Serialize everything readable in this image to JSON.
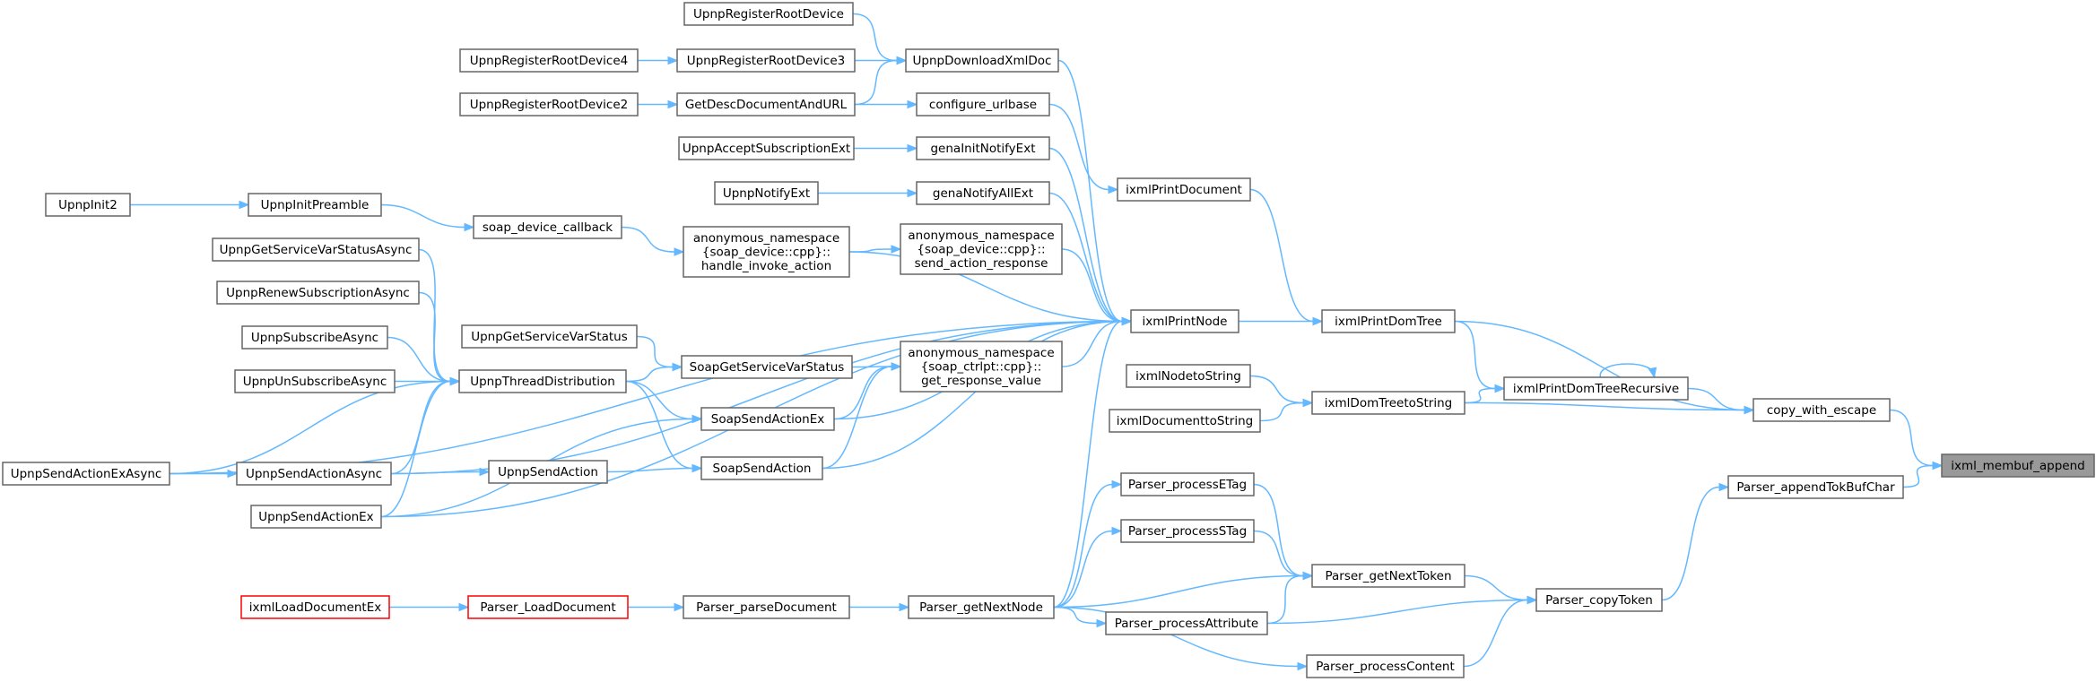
{
  "graph": {
    "edge_color": "#63b8ff",
    "node_border_color": "#666666",
    "highlight_border_color": "#ff0000",
    "focus_fill_color": "#999999",
    "nodes": {
      "urd": {
        "label": [
          "UpnpRegisterRootDevice"
        ]
      },
      "urd4": {
        "label": [
          "UpnpRegisterRootDevice4"
        ]
      },
      "urd3": {
        "label": [
          "UpnpRegisterRootDevice3"
        ]
      },
      "udxd": {
        "label": [
          "UpnpDownloadXmlDoc"
        ]
      },
      "urd2": {
        "label": [
          "UpnpRegisterRootDevice2"
        ]
      },
      "gdda": {
        "label": [
          "GetDescDocumentAndURL"
        ]
      },
      "curl": {
        "label": [
          "configure_urlbase"
        ]
      },
      "uase": {
        "label": [
          "UpnpAcceptSubscriptionExt"
        ]
      },
      "gine": {
        "label": [
          "genaInitNotifyExt"
        ]
      },
      "ixpd": {
        "label": [
          "ixmlPrintDocument"
        ]
      },
      "une": {
        "label": [
          "UpnpNotifyExt"
        ]
      },
      "gnae": {
        "label": [
          "genaNotifyAllExt"
        ]
      },
      "ui2": {
        "label": [
          "UpnpInit2"
        ]
      },
      "uip": {
        "label": [
          "UpnpInitPreamble"
        ]
      },
      "sdc": {
        "label": [
          "soap_device_callback"
        ]
      },
      "hia": {
        "label": [
          "anonymous_namespace",
          "{soap_device::cpp}::",
          "handle_invoke_action"
        ]
      },
      "sar": {
        "label": [
          "anonymous_namespace",
          "{soap_device::cpp}::",
          "send_action_response"
        ]
      },
      "ugsvsa": {
        "label": [
          "UpnpGetServiceVarStatusAsync"
        ]
      },
      "ursa": {
        "label": [
          "UpnpRenewSubscriptionAsync"
        ]
      },
      "usa": {
        "label": [
          "UpnpSubscribeAsync"
        ]
      },
      "uusa": {
        "label": [
          "UpnpUnSubscribeAsync"
        ]
      },
      "utd": {
        "label": [
          "UpnpThreadDistribution"
        ]
      },
      "ugsvs": {
        "label": [
          "UpnpGetServiceVarStatus"
        ]
      },
      "sgsvs": {
        "label": [
          "SoapGetServiceVarStatus"
        ]
      },
      "grv": {
        "label": [
          "anonymous_namespace",
          "{soap_ctrlpt::cpp}::",
          "get_response_value"
        ]
      },
      "ixpn": {
        "label": [
          "ixmlPrintNode"
        ]
      },
      "ixpdt": {
        "label": [
          "ixmlPrintDomTree"
        ]
      },
      "ixnts": {
        "label": [
          "ixmlNodetoString"
        ]
      },
      "ixpdtr": {
        "label": [
          "ixmlPrintDomTreeRecursive"
        ]
      },
      "ixdts": {
        "label": [
          "ixmlDomTreetoString"
        ]
      },
      "ixdcts": {
        "label": [
          "ixmlDocumenttoString"
        ]
      },
      "cwe": {
        "label": [
          "copy_with_escape"
        ]
      },
      "ssae": {
        "label": [
          "SoapSendActionEx"
        ]
      },
      "usaea": {
        "label": [
          "UpnpSendActionExAsync"
        ]
      },
      "usaa": {
        "label": [
          "UpnpSendActionAsync"
        ]
      },
      "usnd": {
        "label": [
          "UpnpSendAction"
        ]
      },
      "ssa": {
        "label": [
          "SoapSendAction"
        ]
      },
      "ixma": {
        "label": [
          "ixml_membuf_append"
        ]
      },
      "pate": {
        "label": [
          "Parser_appendTokBufChar"
        ]
      },
      "usae": {
        "label": [
          "UpnpSendActionEx"
        ]
      },
      "ppet": {
        "label": [
          "Parser_processETag"
        ]
      },
      "ppst": {
        "label": [
          "Parser_processSTag"
        ]
      },
      "pgnt": {
        "label": [
          "Parser_getNextToken"
        ]
      },
      "ixlde": {
        "label": [
          "ixmlLoadDocumentEx"
        ]
      },
      "pld": {
        "label": [
          "Parser_LoadDocument"
        ]
      },
      "ppd": {
        "label": [
          "Parser_parseDocument"
        ]
      },
      "pgnn": {
        "label": [
          "Parser_getNextNode"
        ]
      },
      "pct": {
        "label": [
          "Parser_copyToken"
        ]
      },
      "ppa": {
        "label": [
          "Parser_processAttribute"
        ]
      },
      "ppc": {
        "label": [
          "Parser_processContent"
        ]
      }
    }
  }
}
